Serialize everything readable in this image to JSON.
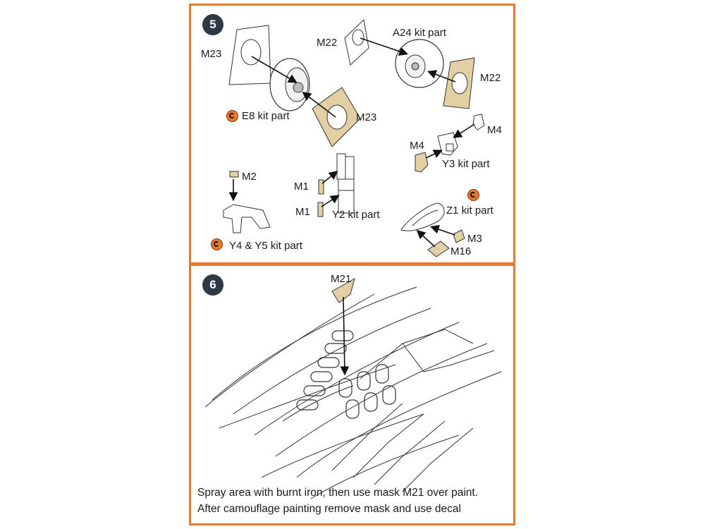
{
  "step5": {
    "number": "5",
    "labels": {
      "m23_left": "M23",
      "e8": "E8 kit part",
      "m23_right": "M23",
      "m22_top": "M22",
      "a24": "A24 kit part",
      "m22_right": "M22",
      "m4_right": "M4",
      "m4_left": "M4",
      "y3": "Y3 kit part",
      "m2": "M2",
      "m1_top": "M1",
      "m1_bottom": "M1",
      "y2": "Y2 kit part",
      "z1": "Z1 kit part",
      "m3": "M3",
      "m16": "M16",
      "y4y5": "Y4 & Y5 kit part"
    },
    "icons": [
      "remove-part-icon",
      "remove-part-icon",
      "remove-part-icon"
    ],
    "mask_color": "#e3cfa4"
  },
  "step6": {
    "number": "6",
    "labels": {
      "m21": "M21"
    },
    "note_line1": "Spray area with burnt iron, then use mask M21 over paint.",
    "note_line2": "After camouflage painting remove mask and use decal"
  },
  "colors": {
    "border": "#e8782a",
    "badge": "#2e3946",
    "mask": "#e3cfa4"
  }
}
